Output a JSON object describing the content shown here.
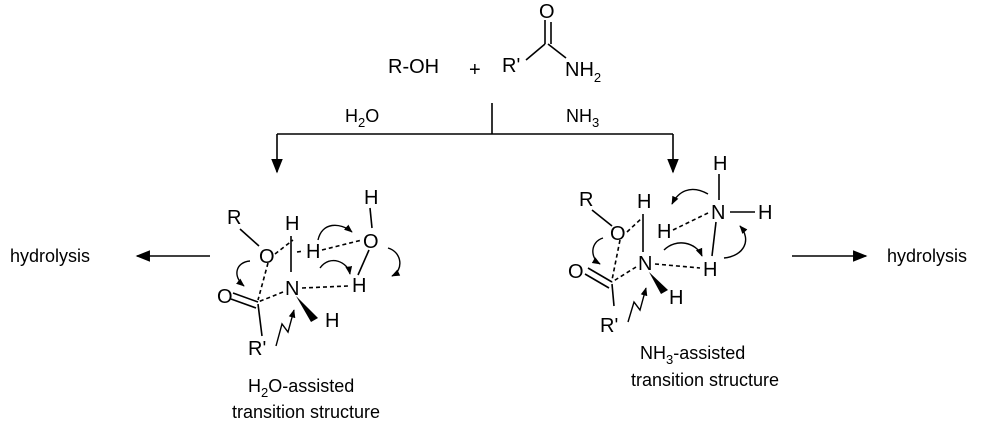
{
  "reactants": {
    "alcohol": "R-OH",
    "plus": "+",
    "amide": {
      "r": "R'",
      "o": "O",
      "n": "N",
      "h": "H",
      "sub2": "2"
    }
  },
  "branches": {
    "left_label": {
      "main": "H",
      "sub": "2",
      "tail": "O"
    },
    "right_label": {
      "main": "NH",
      "sub": "3",
      "tail": ""
    }
  },
  "left_ts": {
    "caption_line1": {
      "main": "H",
      "sub": "2",
      "tail": "O-assisted"
    },
    "caption_line2": "transition structure",
    "product": "hydrolysis",
    "atoms": {
      "R": "R",
      "O_alc": "O",
      "H_oh": "H",
      "H_w1": "H",
      "N": "N",
      "H_nw": "H",
      "H_nwedge": "H",
      "O_w": "O",
      "H_w_top": "H",
      "O_carbonyl": "O",
      "R_prime": "R'"
    }
  },
  "right_ts": {
    "caption_line1": {
      "main": "NH",
      "sub": "3",
      "tail": "-assisted"
    },
    "caption_line2": "transition structure",
    "product": "hydrolysis",
    "atoms": {
      "R": "R",
      "O_alc": "O",
      "H_oh": "H",
      "H_mid": "H",
      "N_amm": "N",
      "H_amm_top": "H",
      "H_amm_right": "H",
      "H_nn": "H",
      "N": "N",
      "H_nwedge": "H",
      "O_carbonyl": "O",
      "R_prime": "R'"
    }
  }
}
